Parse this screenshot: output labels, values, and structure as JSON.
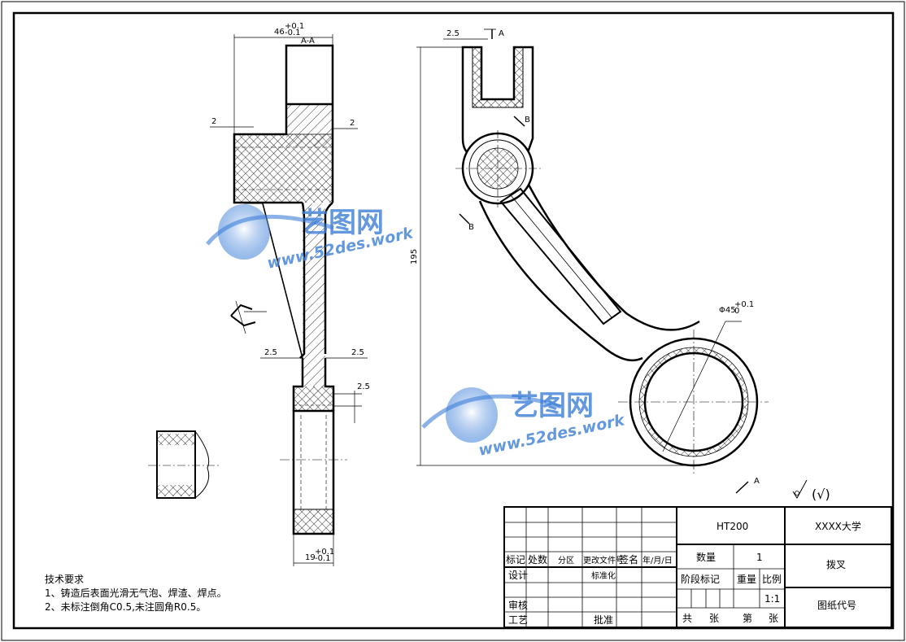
{
  "drawing": {
    "section_label": "A-A",
    "dims": {
      "top_width": "46",
      "top_tol_upper": "+0.1",
      "top_tol_lower": "-0.1",
      "bottom_width": "19",
      "bottom_tol_upper": "+0.1",
      "bottom_tol_lower": "-0.1",
      "offset_left": "2",
      "offset_right": "2",
      "step_left": "2.5",
      "step_right": "2.5",
      "step_height": "2.5",
      "slot_width": "2.5",
      "height": "195",
      "bore_dia": "Φ45",
      "bore_tol_upper": "+0.1",
      "bore_tol_lower": "0"
    },
    "view_labels": {
      "a_top": "A",
      "b_upper": "B",
      "b_lower": "B",
      "a_bottom": "A"
    },
    "roughness_note": "(√)"
  },
  "watermark": {
    "brand": "艺图网",
    "url": "www.52des.work"
  },
  "title_block": {
    "material": "HT200",
    "school": "XXXX大学",
    "part_name": "拨叉",
    "drawing_code": "图纸代号",
    "qty_label": "数量",
    "qty_value": "1",
    "stage_label": "阶段标记",
    "weight_label": "重量",
    "scale_label": "比例",
    "scale_value": "1:1",
    "sheets_total": "共",
    "sheets_unit1": "张",
    "sheet_no": "第",
    "sheets_unit2": "张",
    "rev_mark": "标记",
    "rev_count": "处数",
    "rev_zone": "分区",
    "rev_doc": "更改文件号",
    "rev_sign": "签名",
    "rev_date": "年/月/日",
    "design": "设计",
    "standard": "标准化",
    "check": "审核",
    "process": "工艺",
    "approve": "批准"
  },
  "tech_requirements": {
    "title": "技术要求",
    "items": [
      "1、铸造后表面光滑无气泡、焊渣、焊点。",
      "2、未标注倒角C0.5,未注圆角R0.5。"
    ]
  }
}
